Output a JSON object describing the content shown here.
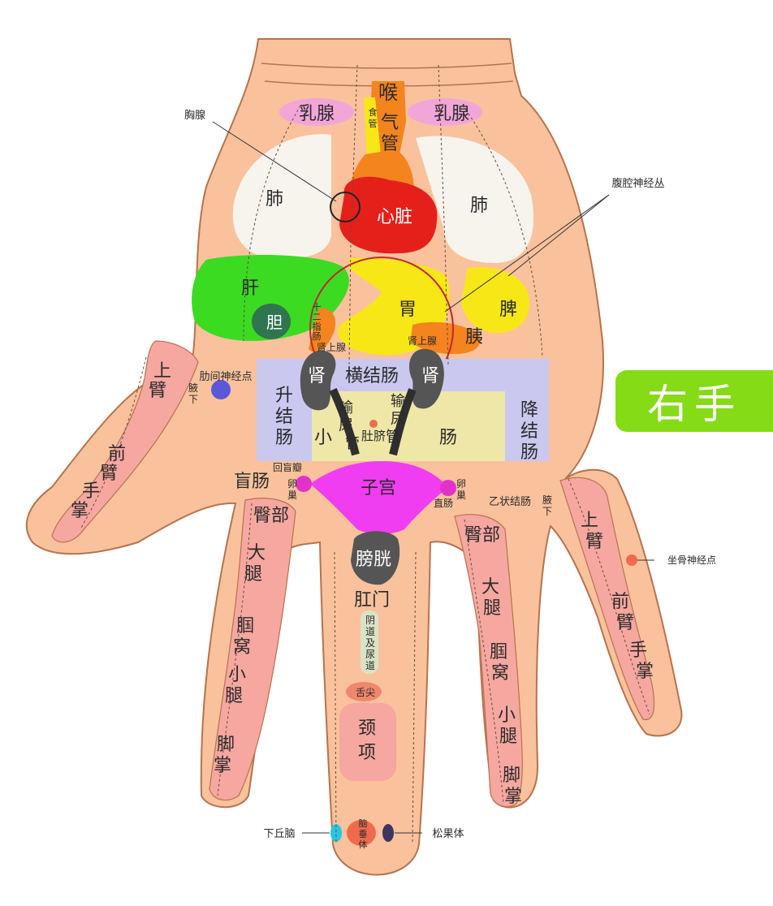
{
  "colors": {
    "skin": "#F9C29C",
    "outline": "#B6734D",
    "lung": "#F7F4EE",
    "heart": "#E5201B",
    "liver": "#3BDB22",
    "gall": "#2F7550",
    "stomach": "#F8E716",
    "pancreas": "#F4841E",
    "intestine": "#C7C8F3",
    "small_intestine": "#EFE7A8",
    "kidney": "#555555",
    "uterus": "#F13DF1",
    "limb": "#F6A7A0",
    "breast": "#F2A6D8",
    "badge": "#86DB17",
    "label": "#2A2A2A"
  },
  "badge": {
    "label": "右手"
  },
  "labels": {
    "throat": "喉",
    "esophagus": "食管",
    "trachea": "气管",
    "breast_left": "乳腺",
    "breast_right": "乳腺",
    "thymus": "胸腺",
    "lung_left": "肺",
    "lung_right": "肺",
    "heart": "心脏",
    "celiac": "腹腔神经丛",
    "liver": "肝",
    "gall": "胆",
    "duodenum": "十二指肠",
    "stomach": "胃",
    "spleen": "脾",
    "pancreas": "胰",
    "adrenal_left": "肾上腺",
    "adrenal_right": "肾上腺",
    "kidney_left": "肾",
    "kidney_right": "肾",
    "transverse_colon": "横结肠",
    "ascending_colon": "升结肠",
    "descending_colon": "降结肠",
    "ureter_left": "输尿管",
    "ureter_right": "输尿管",
    "navel": "肚脐",
    "small": "小",
    "intestine": "肠",
    "intercostal": "肋间神经点",
    "axilla_left": "腋下",
    "axilla_right": "腋下",
    "cecum": "盲肠",
    "ileocecal": "回盲瓣",
    "ovary_left": "卵巢",
    "ovary_right": "卵巢",
    "uterus": "子宫",
    "rectum": "直肠",
    "sigmoid": "乙状结肠",
    "sciatic": "坐骨神经点",
    "bladder": "膀胱",
    "anus": "肛门",
    "vagina": "阴道及尿道",
    "tongue": "舌尖",
    "neck": "颈项",
    "hypothalamus": "下丘脑",
    "pituitary": "脑垂体",
    "pineal": "松果体",
    "upper_arm_left": "上臂",
    "forearm_left": "前臂",
    "palm_left": "手掌",
    "upper_arm_right": "上臂",
    "forearm_right": "前臂",
    "palm_right": "手掌",
    "hip_left": "臀部",
    "thigh_left": "大腿",
    "popliteal_left": "腘窝",
    "calf_left": "小腿",
    "sole_left": "脚掌",
    "hip_right": "臀部",
    "thigh_right": "大腿",
    "popliteal_right": "腘窝",
    "calf_right": "小腿",
    "sole_right": "脚掌"
  }
}
